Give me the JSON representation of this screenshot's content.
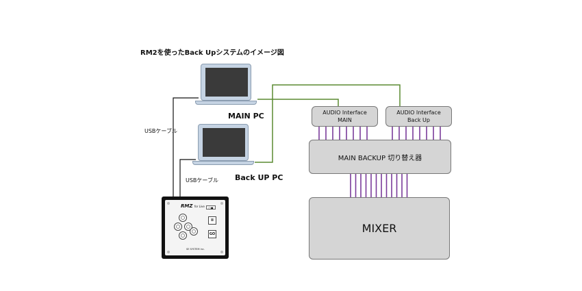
{
  "title": "RM2を使ったBack Upシステムのイメージ図",
  "main_pc_label": "MAIN PC",
  "backup_pc_label": "Back UP PC",
  "usb_label_1": "USBケーブル",
  "usb_label_2": "USBケーブル",
  "audio_interface_main": {
    "line1": "AUDIO Interface",
    "line2": "MAIN"
  },
  "audio_interface_backup": {
    "line1": "AUDIO Interface",
    "line2": "Back Up"
  },
  "switcher_label": "MAIN BACKUP 切り替え器",
  "mixer_label": "MIXER",
  "device": {
    "brand": "RMZ",
    "brand_sub": "for Live",
    "maker": "SE SYSTEM inc.",
    "go_label": "GO",
    "pause_label": "II"
  },
  "colors": {
    "green_link": "#5a8a30",
    "purple_link": "#7a3a9a",
    "box_fill": "#d5d5d5",
    "cable": "#111111"
  }
}
